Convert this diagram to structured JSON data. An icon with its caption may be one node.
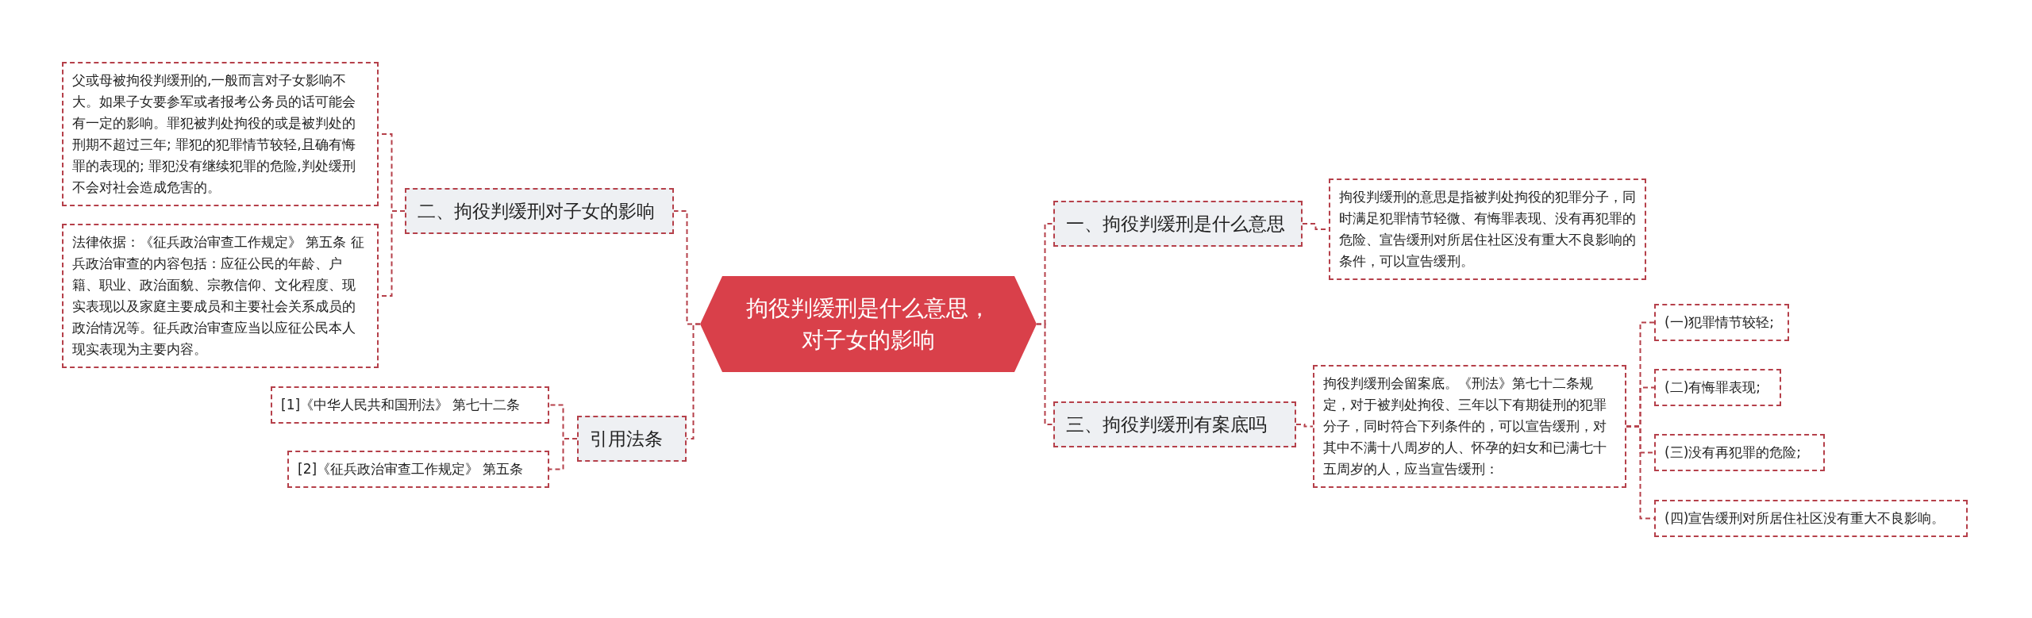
{
  "diagram": {
    "nodes": [
      {
        "text": [
          "拘役判缓刑是什么意思，对子女的影响"
        ]
      },
      {
        "text": [
          "一、拘役判缓刑是什么意思"
        ]
      },
      {
        "text": [
          "拘役判缓刑的意思是指被判处拘役的犯罪分子，同时满足犯罪情节轻微、有悔罪表现、没有再犯罪的危险、宣告缓刑对所居住社区没有重大不良影响的条件，可以宣告缓刑。"
        ]
      },
      {
        "text": [
          "二、拘役判缓刑对子女的影响"
        ]
      },
      {
        "text": [
          "父或母被拘役判缓刑的,一般而言对子女影响不大。如果子女要参军或者报考公务员的话可能会有一定的影响。罪犯被判处拘役的或是被判处的刑期不超过三年; 罪犯的犯罪情节较轻,且确有悔罪的表现的; 罪犯没有继续犯罪的危险,判处缓刑不会对社会造成危害的。"
        ]
      },
      {
        "text": [
          "法律依据：《征兵政治审查工作规定》 第五条 征兵政治审查的内容包括：应征公民的年龄、户籍、职业、政治面貌、宗教信仰、文化程度、现实表现以及家庭主要成员和主要社会关系成员的政治情况等。征兵政治审查应当以应征公民本人现实表现为主要内容。"
        ]
      },
      {
        "text": [
          "三、拘役判缓刑有案底吗"
        ]
      },
      {
        "text": [
          "拘役判缓刑会留案底。《刑法》第七十二条规定，对于被判处拘役、三年以下有期徒刑的犯罪分子，同时符合下列条件的，可以宣告缓刑，对其中不满十八周岁的人、怀孕的妇女和已满七十五周岁的人，应当宣告缓刑："
        ]
      },
      {
        "text": [
          "(一)犯罪情节较轻;"
        ]
      },
      {
        "text": [
          "(二)有悔罪表现;"
        ]
      },
      {
        "text": [
          "(三)没有再犯罪的危险;"
        ]
      },
      {
        "text": [
          "(四)宣告缓刑对所居住社区没有重大不良影响。"
        ]
      },
      {
        "text": [
          "引用法条"
        ]
      },
      {
        "text": [
          "[1]《中华人民共和国刑法》 第七十二条"
        ]
      },
      {
        "text": [
          "[2]《征兵政治审查工作规定》 第五条"
        ]
      }
    ],
    "edges": [
      {
        "from": 0,
        "to": 1,
        "arrow": "none"
      },
      {
        "from": 1,
        "to": 2,
        "arrow": "none"
      },
      {
        "from": 0,
        "to": 3,
        "arrow": "none"
      },
      {
        "from": 3,
        "to": 4,
        "arrow": "none"
      },
      {
        "from": 3,
        "to": 5,
        "arrow": "none"
      },
      {
        "from": 0,
        "to": 6,
        "arrow": "none"
      },
      {
        "from": 6,
        "to": 7,
        "arrow": "none"
      },
      {
        "from": 7,
        "to": 8,
        "arrow": "none"
      },
      {
        "from": 7,
        "to": 9,
        "arrow": "none"
      },
      {
        "from": 7,
        "to": 10,
        "arrow": "none"
      },
      {
        "from": 7,
        "to": 11,
        "arrow": "none"
      },
      {
        "from": 0,
        "to": 12,
        "arrow": "none"
      },
      {
        "from": 12,
        "to": 13,
        "arrow": "none"
      },
      {
        "from": 12,
        "to": 14,
        "arrow": "none"
      }
    ]
  }
}
